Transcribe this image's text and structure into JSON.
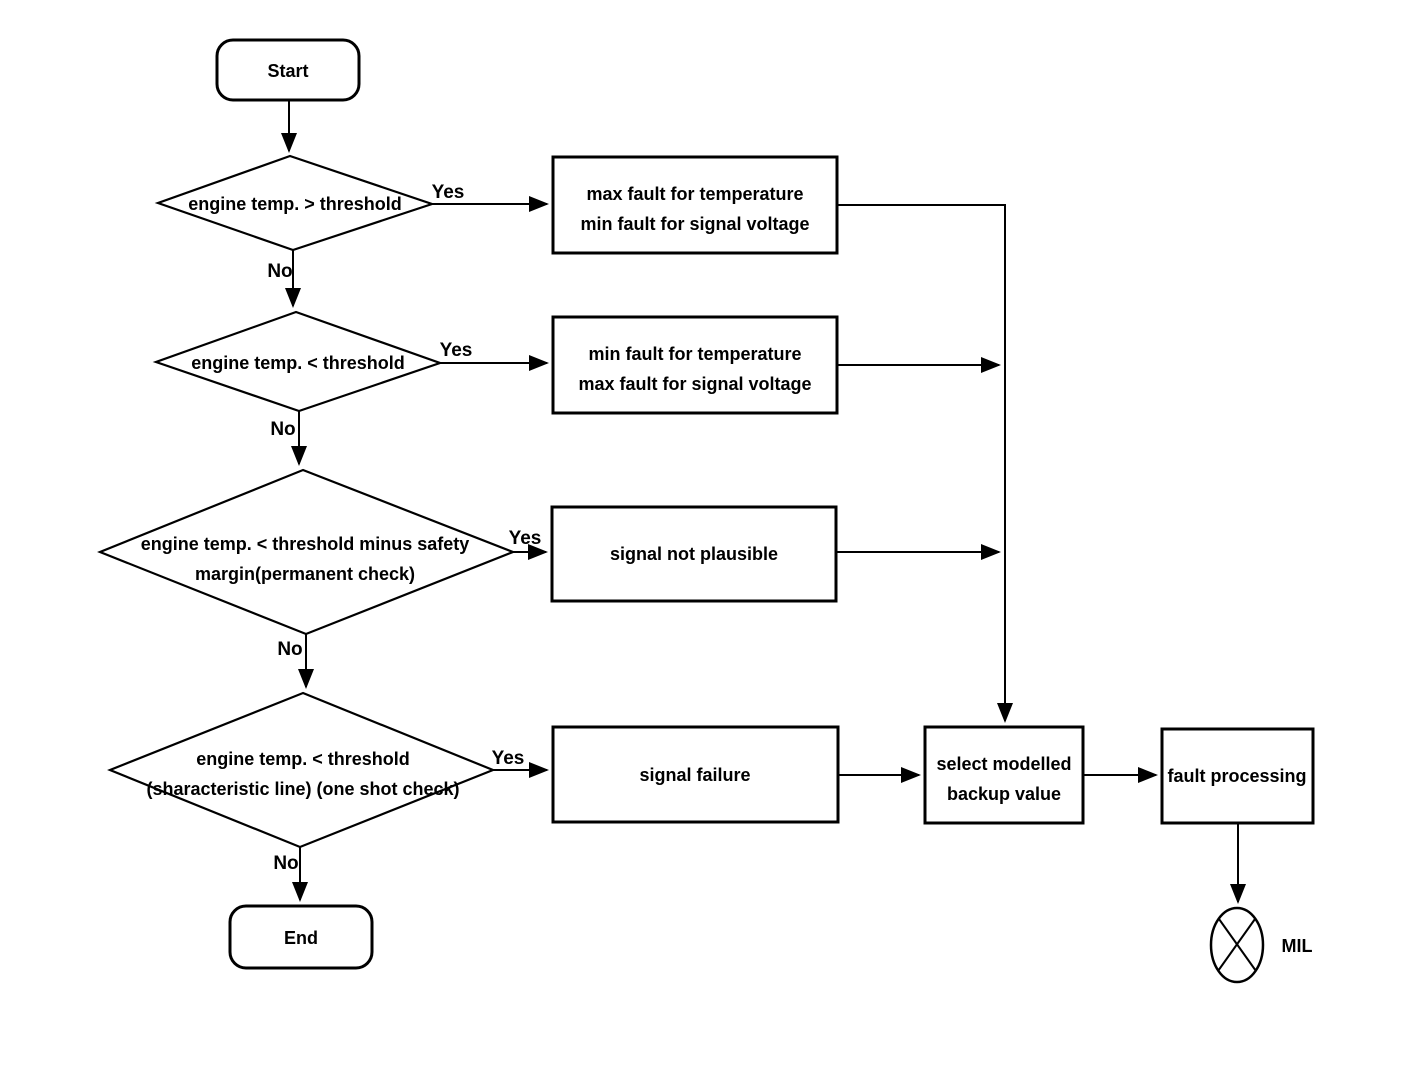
{
  "diagram": {
    "type": "flowchart",
    "colors": {
      "line": "#000000",
      "background": "#ffffff",
      "text": "#000000"
    },
    "labels": {
      "yes": "Yes",
      "no": "No"
    },
    "nodes": {
      "start": {
        "shape": "terminator",
        "label": "Start"
      },
      "decision_temp_above": {
        "shape": "decision",
        "label": "engine temp. > threshold"
      },
      "process_max_fault": {
        "shape": "process",
        "line1": "max fault for temperature",
        "line2": "min fault for signal voltage"
      },
      "decision_temp_below": {
        "shape": "decision",
        "label": "engine temp. < threshold"
      },
      "process_min_fault": {
        "shape": "process",
        "line1": "min fault for temperature",
        "line2": "max fault for signal voltage"
      },
      "decision_temp_below_margin": {
        "shape": "decision",
        "line1": "engine temp.  < threshold minus safety",
        "line2": "margin(permanent check)"
      },
      "process_not_plausible": {
        "shape": "process",
        "label": "signal not plausible"
      },
      "decision_temp_below_line": {
        "shape": "decision",
        "line1": "engine temp. < threshold",
        "line2": "(sharacteristic line) (one shot check)"
      },
      "process_signal_failure": {
        "shape": "process",
        "label": "signal failure"
      },
      "process_select_backup": {
        "shape": "process",
        "line1": "select modelled",
        "line2": "backup value"
      },
      "process_fault_processing": {
        "shape": "process",
        "label": "fault processing"
      },
      "end": {
        "shape": "terminator",
        "label": "End"
      },
      "mil_lamp": {
        "shape": "lamp",
        "label": "MIL"
      }
    },
    "edges": [
      {
        "from": "start",
        "to": "decision_temp_above"
      },
      {
        "from": "decision_temp_above",
        "to": "process_max_fault",
        "label": "Yes"
      },
      {
        "from": "decision_temp_above",
        "to": "decision_temp_below",
        "label": "No"
      },
      {
        "from": "decision_temp_below",
        "to": "process_min_fault",
        "label": "Yes"
      },
      {
        "from": "decision_temp_below",
        "to": "decision_temp_below_margin",
        "label": "No"
      },
      {
        "from": "decision_temp_below_margin",
        "to": "process_not_plausible",
        "label": "Yes"
      },
      {
        "from": "decision_temp_below_margin",
        "to": "decision_temp_below_line",
        "label": "No"
      },
      {
        "from": "decision_temp_below_line",
        "to": "process_signal_failure",
        "label": "Yes"
      },
      {
        "from": "decision_temp_below_line",
        "to": "end",
        "label": "No"
      },
      {
        "from": "process_max_fault",
        "to": "process_select_backup"
      },
      {
        "from": "process_min_fault",
        "to": "process_select_backup"
      },
      {
        "from": "process_not_plausible",
        "to": "process_select_backup"
      },
      {
        "from": "process_signal_failure",
        "to": "process_select_backup"
      },
      {
        "from": "process_select_backup",
        "to": "process_fault_processing"
      },
      {
        "from": "process_fault_processing",
        "to": "mil_lamp"
      }
    ]
  }
}
